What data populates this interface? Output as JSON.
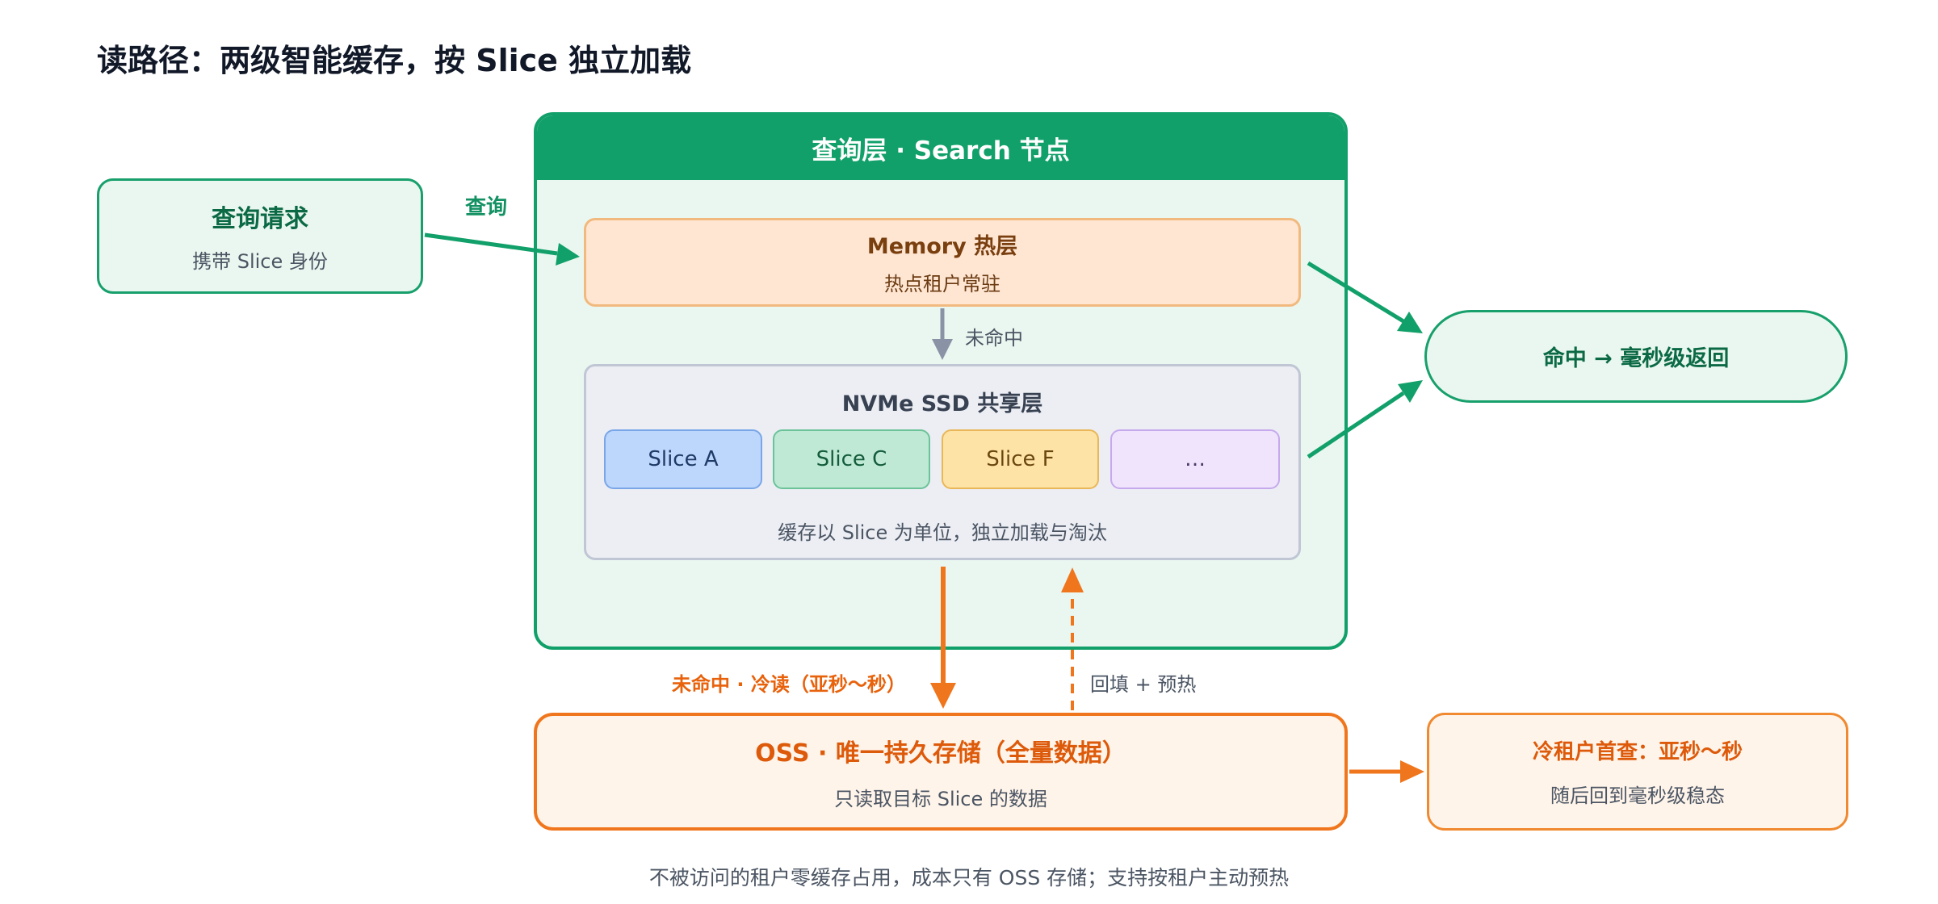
{
  "title": "读路径：两级智能缓存，按 Slice 独立加载",
  "search_node": {
    "header": "查询层 · Search 节点"
  },
  "query_request": {
    "title": "查询请求",
    "subtitle": "携带 Slice 身份",
    "edge_label": "查询"
  },
  "memory_layer": {
    "title": "Memory 热层",
    "subtitle": "热点租户常驻"
  },
  "memory_miss_label": "未命中",
  "nvme_layer": {
    "title": "NVMe SSD 共享层",
    "slices": [
      "Slice A",
      "Slice C",
      "Slice F",
      "…"
    ],
    "note": "缓存以 Slice 为单位，独立加载与淘汰"
  },
  "hit_return": "命中 → 毫秒级返回",
  "cold_read_label": "未命中 · 冷读（亚秒～秒）",
  "backfill_label": "回填 + 预热",
  "oss": {
    "title": "OSS · 唯一持久存储（全量数据）",
    "subtitle": "只读取目标 Slice 的数据"
  },
  "cold_tenant": {
    "title": "冷租户首查：亚秒～秒",
    "subtitle": "随后回到毫秒级稳态"
  },
  "footnote": "不被访问的租户零缓存占用，成本只有 OSS 存储；支持按租户主动预热",
  "colors": {
    "green": "#12a06a",
    "green_light": "#eaf7f0",
    "orange": "#f0761d",
    "gray_arrow": "#8a93a6",
    "memory_fill": "#fee6d3",
    "nvme_fill": "#eceef4"
  }
}
